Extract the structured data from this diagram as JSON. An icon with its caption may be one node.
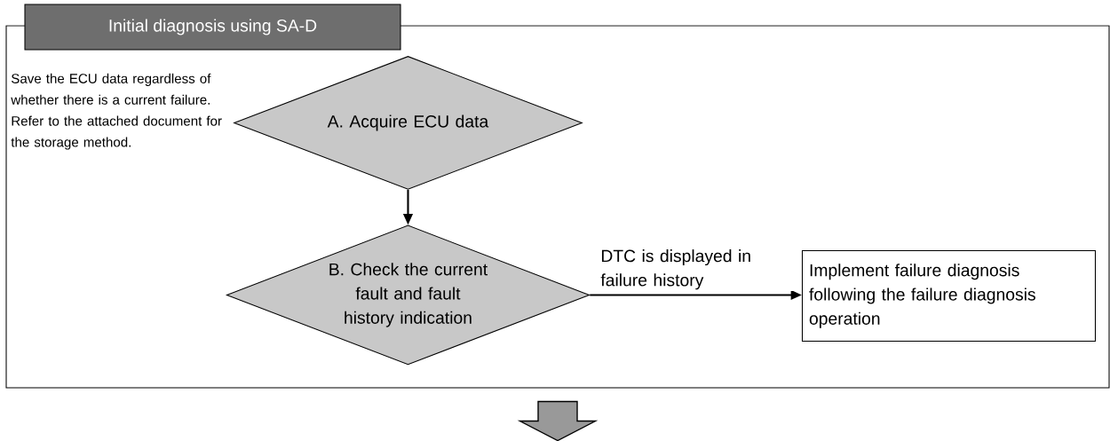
{
  "diagram": {
    "nodes": [
      {
        "text": [
          "Initial diagnosis using SA-D"
        ]
      },
      {
        "text": [
          "A. Acquire ECU data"
        ],
        "in": 0,
        "beside": [
          "Save the ECU data regardless of whether there is a current failure. Refer to the attached document for the storage method."
        ]
      },
      {
        "text": [
          "B. Check the current fault and fault history indication"
        ],
        "in": 0
      },
      {
        "text": [
          "Implement failure diagnosis following the failure diagnosis operation"
        ],
        "in": 0
      }
    ],
    "edges": [
      {
        "from": 1,
        "to": 2,
        "arrow": "to"
      },
      {
        "from": 2,
        "to": 3,
        "arrow": "to",
        "label": "DTC is displayed in failure history"
      },
      {
        "from": 0,
        "to": null,
        "arrow": "to",
        "style": "thick"
      }
    ]
  }
}
